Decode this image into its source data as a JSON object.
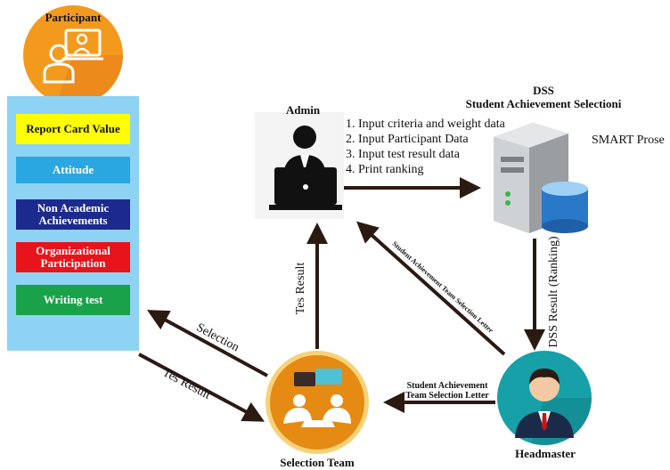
{
  "participant": {
    "title": "Participant"
  },
  "criteria": [
    {
      "label": "Report Card Value",
      "bg": "#ffff00",
      "fg": "#111111"
    },
    {
      "label": "Attitude",
      "bg": "#2aa7e0",
      "fg": "#ffffff"
    },
    {
      "label": "Non Academic Achievements",
      "bg": "#1b2a8c",
      "fg": "#ffffff"
    },
    {
      "label": "Organizational Participation",
      "bg": "#e8141c",
      "fg": "#ffffff"
    },
    {
      "label": "Writing test",
      "bg": "#1aa24b",
      "fg": "#ffffff"
    }
  ],
  "admin": {
    "title": "Admin",
    "tasks": [
      "1. Input criteria and weight data",
      "2. Input Participant Data",
      "3. Input test result data",
      "4. Print ranking"
    ]
  },
  "dss": {
    "title": "DSS",
    "subtitle": "Student Achievement Selectioni",
    "method": "SMART Prose"
  },
  "arrows": {
    "dss_result": "DSS Result (Ranking)",
    "team_letter_diag": "Student Achievement Team Selection Letter",
    "team_letter_line1": "Student Achievement",
    "team_letter_line2": "Team Selection Letter",
    "tes_result_up": "Tes Result",
    "selection": "Selection",
    "tes_result_down": "Tes Result"
  },
  "headmaster": {
    "title": "Headmaster"
  },
  "selection_team": {
    "title": "Selection Team"
  }
}
